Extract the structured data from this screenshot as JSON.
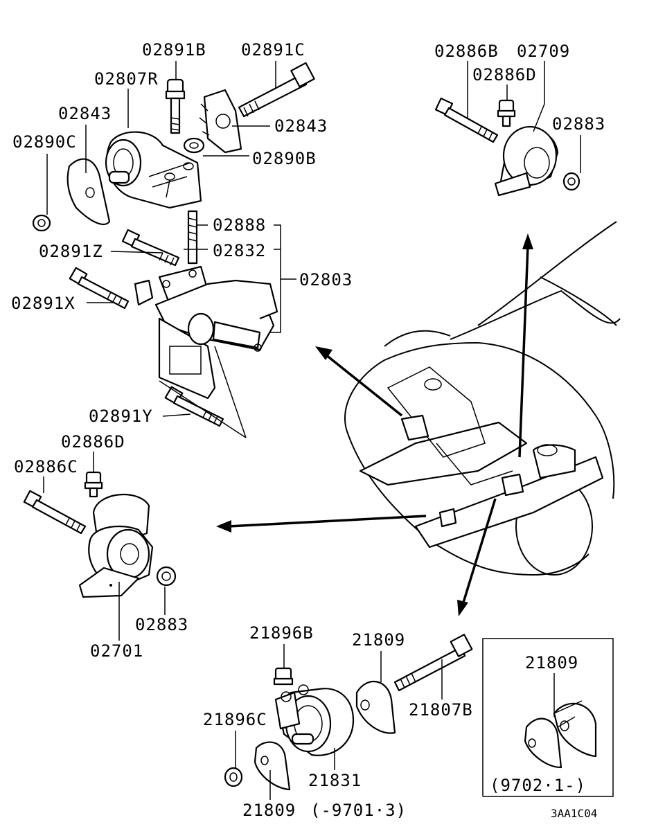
{
  "labels": {
    "l02891B": "02891B",
    "l02891C": "02891C",
    "l02807R": "02807R",
    "l02843a": "02843",
    "l02843b": "02843",
    "l02890C": "02890C",
    "l02890B": "02890B",
    "l02888": "02888",
    "l02891Z": "02891Z",
    "l02832": "02832",
    "l02803": "02803",
    "l02891X": "02891X",
    "l02891Y": "02891Y",
    "l02886B": "02886B",
    "l02709": "02709",
    "l02886Da": "02886D",
    "l02883a": "02883",
    "l02886Db": "02886D",
    "l02886C": "02886C",
    "l02883b": "02883",
    "l02701": "02701",
    "l21896B": "21896B",
    "l21809a": "21809",
    "l21809b": "21809",
    "l21807B": "21807B",
    "l21896C": "21896C",
    "l21831": "21831",
    "l21809c": "21809",
    "date1": "(-9701·3)",
    "date2": "(9702·1-)",
    "code": "3AA1C04"
  }
}
